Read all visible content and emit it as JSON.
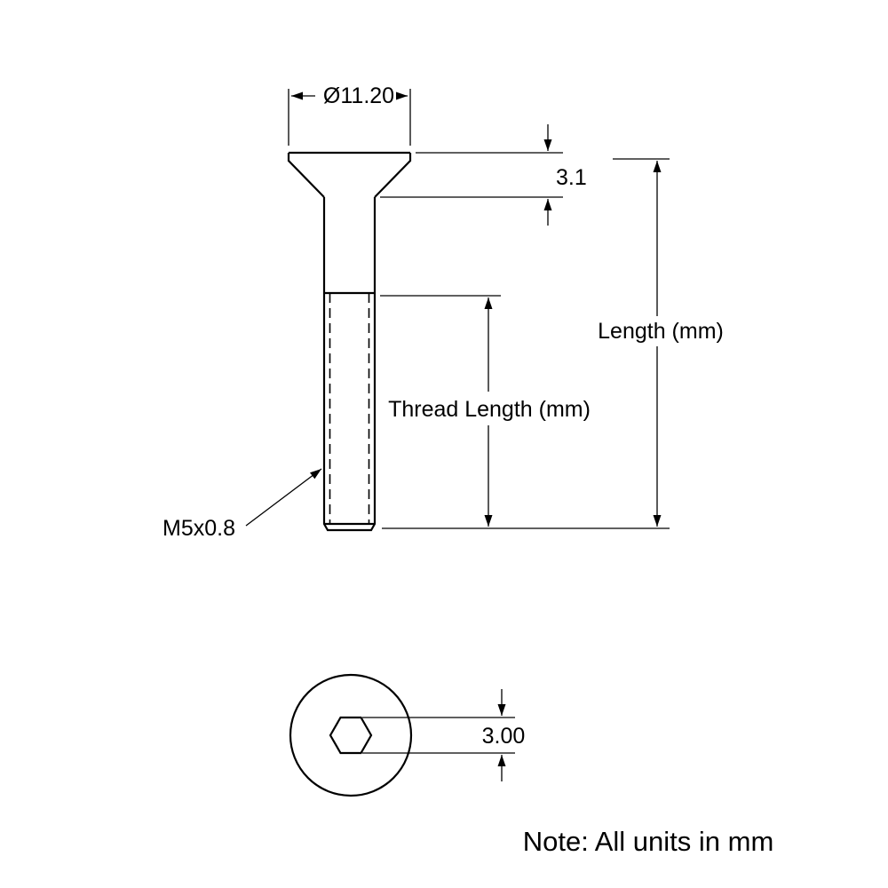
{
  "colors": {
    "line": "#000000",
    "background": "#ffffff"
  },
  "side_view": {
    "head_diameter_label": "Ø11.20",
    "head_height_label": "3.1",
    "length_label": "Length (mm)",
    "thread_length_label": "Thread Length (mm)",
    "thread_spec_label": "M5x0.8"
  },
  "top_view": {
    "socket_size_label": "3.00"
  },
  "note": "Note: All units in mm"
}
